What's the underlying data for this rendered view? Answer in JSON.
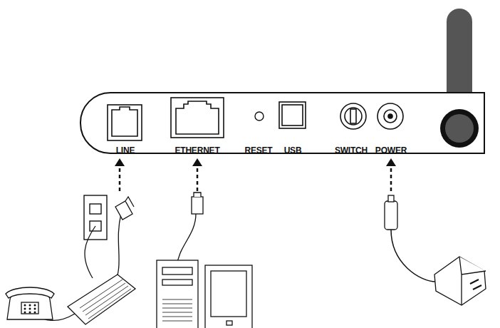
{
  "diagram": {
    "labels": [
      "LINE",
      "ETHERNET",
      "RESET",
      "USB",
      "SWITCH",
      "POWER"
    ]
  }
}
